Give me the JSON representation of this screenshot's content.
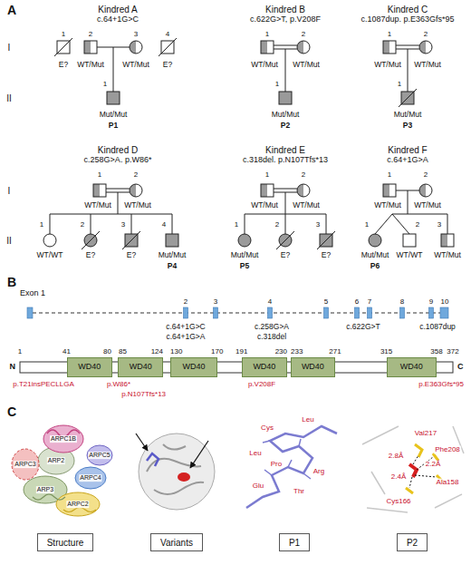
{
  "diagram": {
    "nodes": [
      {
        "text": [
          "WD40"
        ]
      },
      {
        "text": [
          "WD40"
        ]
      },
      {
        "text": [
          "WD40"
        ]
      },
      {
        "text": [
          "WD40"
        ]
      },
      {
        "text": [
          "WD40"
        ]
      },
      {
        "text": [
          "WD40"
        ]
      },
      {
        "text": [
          "Structure"
        ]
      },
      {
        "text": [
          "Variants"
        ]
      },
      {
        "text": [
          "P1"
        ]
      },
      {
        "text": [
          "P2"
        ]
      }
    ],
    "labels": [
      "A",
      "Kindred A",
      "c.64+1G>C",
      "I",
      "1",
      "2",
      "3",
      "4",
      "E?",
      "WT/Mut",
      "WT/Mut",
      "E?",
      "II",
      "1",
      "Mut/Mut",
      "P1",
      "Kindred B",
      "c.622G>T, p.V208F",
      "1",
      "2",
      "WT/Mut",
      "WT/Mut",
      "1",
      "Mut/Mut",
      "P2",
      "Kindred C",
      "c.1087dup. p.E363Gfs*95",
      "1",
      "2",
      "WT/Mut",
      "WT/Mut",
      "1",
      "Mut/Mut",
      "P3",
      "Kindred D",
      "c.258G>A. p.W86*",
      "I",
      "1",
      "2",
      "WT/Mut",
      "WT/Mut",
      "II",
      "1",
      "2",
      "3",
      "4",
      "WT/WT",
      "E?",
      "E?",
      "Mut/Mut",
      "P4",
      "Kindred E",
      "c.318del. p.N107Tfs*13",
      "1",
      "2",
      "WT/Mut",
      "WT/Mut",
      "1",
      "2",
      "3",
      "Mut/Mut",
      "P5",
      "E?",
      "E?",
      "Kindred F",
      "c.64+1G>A",
      "1",
      "2",
      "WT/Mut",
      "WT/Mut",
      "1",
      "2",
      "3",
      "Mut/Mut",
      "P6",
      "WT/WT",
      "WT/Mut",
      "B",
      "Exon 1",
      "2",
      "3",
      "4",
      "5",
      "6",
      "7",
      "8",
      "9",
      "10",
      "c.64+1G>C",
      "c.64+1G>A",
      "c.258G>A",
      "c.318del",
      "c.622G>T",
      "c.1087dup",
      "1",
      "41",
      "80",
      "85",
      "124",
      "130",
      "170",
      "191",
      "230",
      "233",
      "271",
      "315",
      "358",
      "372",
      "N",
      "C",
      "p.T21insPECLLGA",
      "p.W86*",
      "p.N107Tfs*13",
      "p.V208F",
      "p.E363Gfs*95",
      "C",
      "ARPC1B",
      "ARPC5",
      "ARPC4",
      "ARPC3",
      "ARP2",
      "ARP3",
      "ARPC2",
      "Cys",
      "Leu",
      "Leu",
      "Pro",
      "Arg",
      "Glu",
      "Thr",
      "Val217",
      "Phe208",
      "2.8Å",
      "2.2Å",
      "Ala158",
      "2.4Å",
      "Cys166"
    ]
  }
}
